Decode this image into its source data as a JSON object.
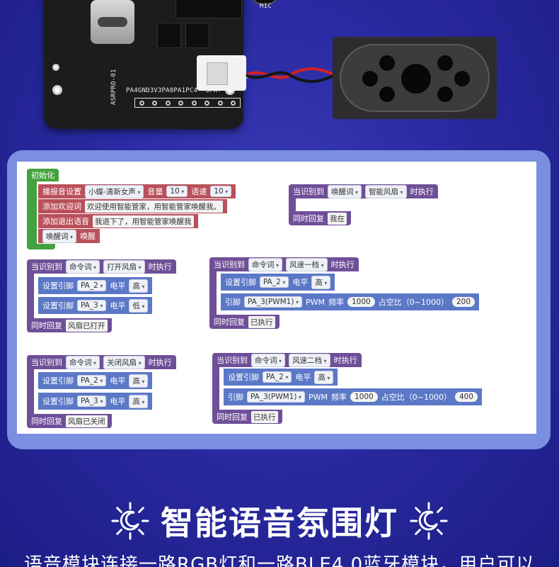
{
  "board": {
    "mic_label": "MIC",
    "spk_label": "SPK",
    "model_label": "ASRPRO-01",
    "pins_label": "PA4GND3V3PA0PA1PC4 -SPK+"
  },
  "code": {
    "init": {
      "header": "初始化",
      "rows": [
        {
          "label": "播报音设置",
          "voice": "小蝶-清新女声",
          "volume_label": "音量",
          "volume": "10",
          "speed_label": "语速",
          "speed": "10"
        },
        {
          "label": "添加欢迎词",
          "text": "欢迎使用智能管家，用智能管家唤醒我。"
        },
        {
          "label": "添加退出语音",
          "text": "我退下了，用智能管家唤醒我"
        },
        {
          "label": "唤醒词",
          "value": "唤醒"
        }
      ]
    },
    "wake": {
      "when": "当识别到",
      "kind": "唤醒词",
      "word": "智能风扇",
      "exec": "时执行",
      "reply_label": "同时回复",
      "reply": "我在"
    },
    "fan_on": {
      "when": "当识别到",
      "kind": "命令词",
      "word": "打开风扇",
      "exec": "时执行",
      "rows": [
        {
          "label": "设置引脚",
          "pin": "PA_2",
          "level_label": "电平",
          "level": "高"
        },
        {
          "label": "设置引脚",
          "pin": "PA_3",
          "level_label": "电平",
          "level": "低"
        }
      ],
      "reply_label": "同时回复",
      "reply": "风扇已打开"
    },
    "speed1": {
      "when": "当识别到",
      "kind": "命令词",
      "word": "风速一档",
      "exec": "时执行",
      "row1": {
        "label": "设置引脚",
        "pin": "PA_2",
        "level_label": "电平",
        "level": "高"
      },
      "row2": {
        "label": "引脚",
        "pin": "PA_3(PWM1)",
        "pwm": "PWM",
        "freq_label": "频率",
        "freq": "1000",
        "duty_label": "占空比（0~1000）",
        "duty": "200"
      },
      "reply_label": "同时回复",
      "reply": "已执行"
    },
    "fan_off": {
      "when": "当识别到",
      "kind": "命令词",
      "word": "关闭风扇",
      "exec": "时执行",
      "rows": [
        {
          "label": "设置引脚",
          "pin": "PA_2",
          "level_label": "电平",
          "level": "高"
        },
        {
          "label": "设置引脚",
          "pin": "PA_3",
          "level_label": "电平",
          "level": "高"
        }
      ],
      "reply_label": "同时回复",
      "reply": "风扇已关闭"
    },
    "speed2": {
      "when": "当识别到",
      "kind": "命令词",
      "word": "风速二档",
      "exec": "时执行",
      "row1": {
        "label": "设置引脚",
        "pin": "PA_2",
        "level_label": "电平",
        "level": "高"
      },
      "row2": {
        "label": "引脚",
        "pin": "PA_3(PWM1)",
        "pwm": "PWM",
        "freq_label": "频率",
        "freq": "1000",
        "duty_label": "占空比（0~1000）",
        "duty": "400"
      },
      "reply_label": "同时回复",
      "reply": "已执行"
    }
  },
  "title": "智能语音氛围灯",
  "subtitle": "语音模块连接一路RGB灯和一路BLE4.0蓝牙模块，用户可以",
  "colors": {
    "init": "#44a23e",
    "audio": "#b9505b",
    "event": "#6f4f98",
    "io": "#5b78c7",
    "panel": "#7a8fe0"
  },
  "icons": {
    "title_left": "moon-sun-icon",
    "title_right": "moon-sun-icon"
  }
}
